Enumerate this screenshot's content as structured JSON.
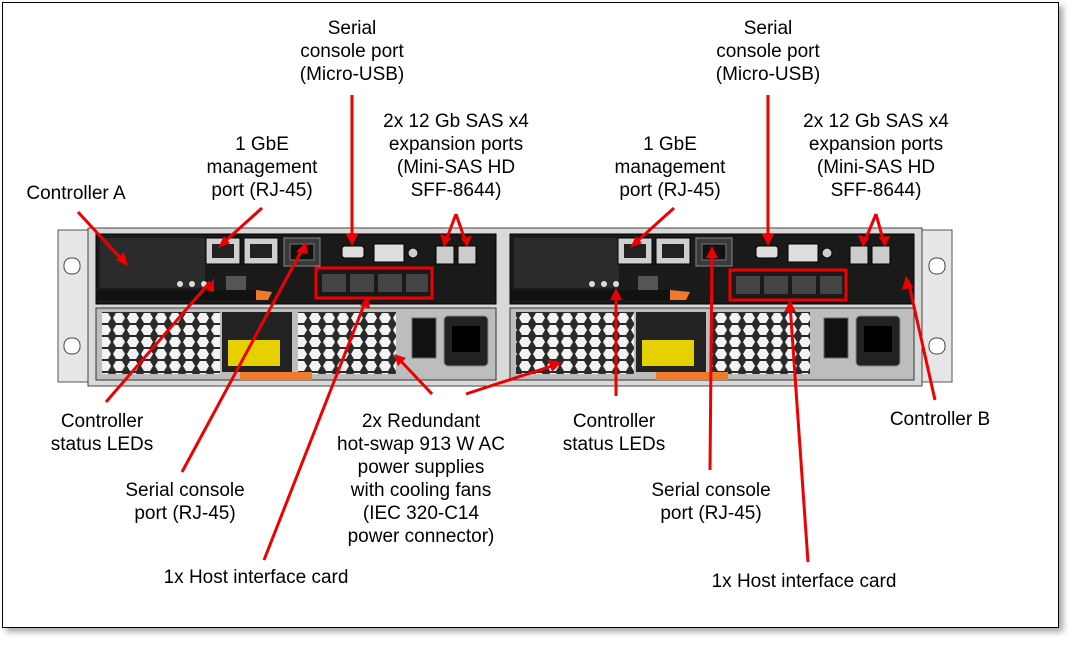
{
  "labels": {
    "serial_micro_a": [
      "Serial",
      "console port",
      "(Micro-USB)"
    ],
    "serial_micro_b": [
      "Serial",
      "console port",
      "(Micro-USB)"
    ],
    "sas_a": [
      "2x 12 Gb SAS x4",
      "expansion ports",
      "(Mini-SAS HD",
      "SFF-8644)"
    ],
    "sas_b": [
      "2x 12 Gb SAS x4",
      "expansion ports",
      "(Mini-SAS HD",
      "SFF-8644)"
    ],
    "gbe_a": [
      "1 GbE",
      "management",
      "port (RJ-45)"
    ],
    "gbe_b": [
      "1 GbE",
      "management",
      "port (RJ-45)"
    ],
    "controller_a": [
      "Controller A"
    ],
    "controller_b": [
      "Controller B"
    ],
    "status_leds_a": [
      "Controller",
      "status LEDs"
    ],
    "status_leds_b": [
      "Controller",
      "status LEDs"
    ],
    "psu": [
      "2x Redundant",
      "hot-swap 913 W AC",
      "power supplies",
      "with cooling fans",
      "(IEC 320-C14",
      "power connector)"
    ],
    "serial_rj45_a": [
      "Serial console",
      "port (RJ-45)"
    ],
    "serial_rj45_b": [
      "Serial console",
      "port (RJ-45)"
    ],
    "hic_a": [
      "1x Host interface card"
    ],
    "hic_b": [
      "1x Host interface card"
    ]
  },
  "colors": {
    "pointer": "#ee0000",
    "chassis": "#d9d9d9",
    "controller": "#1a1a1a",
    "handle": "#f07a2a"
  }
}
